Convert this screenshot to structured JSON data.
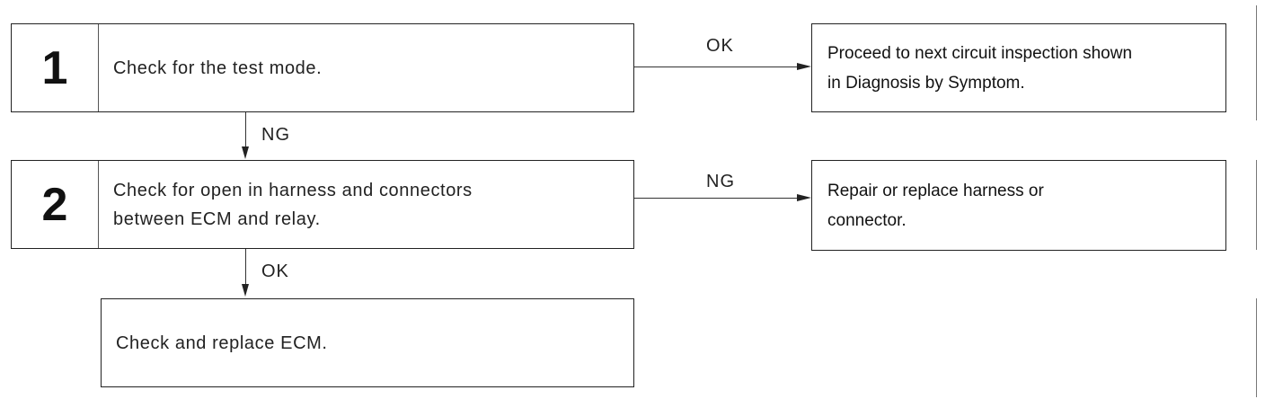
{
  "steps": [
    {
      "number": "1",
      "text": "Check for the test mode."
    },
    {
      "number": "2",
      "text_line1": "Check for open in harness and connectors",
      "text_line2": "between ECM and relay."
    }
  ],
  "final_step": {
    "text": "Check and replace ECM."
  },
  "results": {
    "step1_ok": {
      "line1": "Proceed to next circuit inspection shown",
      "line2": "in Diagnosis by Symptom."
    },
    "step2_ng": {
      "line1": "Repair or replace harness or",
      "line2": "connector."
    }
  },
  "labels": {
    "step1_right": "OK",
    "step1_down": "NG",
    "step2_right": "NG",
    "step2_down": "OK"
  }
}
